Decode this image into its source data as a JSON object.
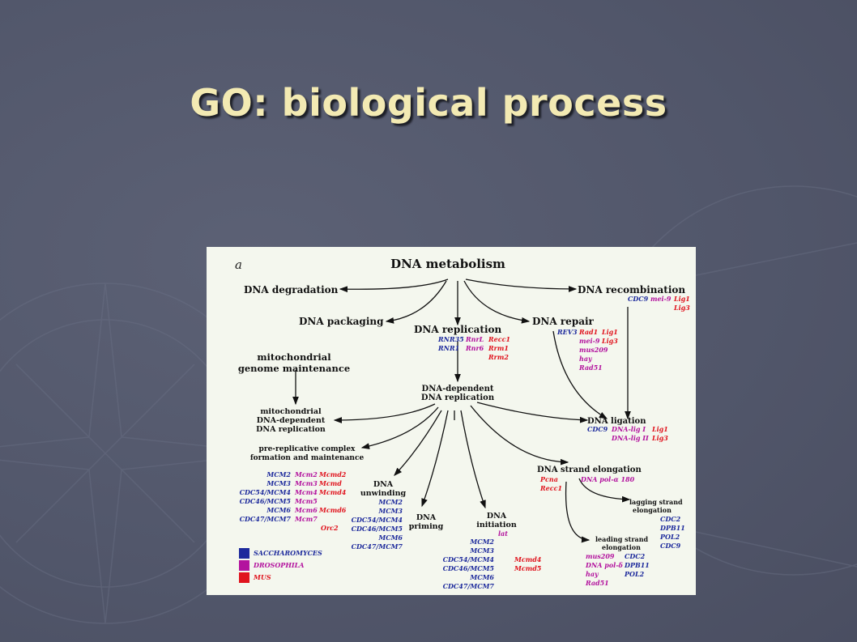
{
  "slide": {
    "title": "GO: biological process"
  },
  "figure": {
    "panel_label": "a",
    "nodes": {
      "root": "DNA metabolism",
      "degradation": "DNA degradation",
      "recombination": "DNA recombination",
      "packaging": "DNA packaging",
      "replication": "DNA replication",
      "repair": "DNA repair",
      "mito_l1": "mitochondrial",
      "mito_l2": "genome maintenance",
      "dep_l1": "DNA-dependent",
      "dep_l2": "DNA replication",
      "mito_rep_l1": "mitochondrial",
      "mito_rep_l2": "DNA-dependent",
      "mito_rep_l3": "DNA replication",
      "ligation": "DNA ligation",
      "prerep_l1": "pre-replicative complex",
      "prerep_l2": "formation and maintenance",
      "elongation": "DNA strand elongation",
      "unwind_l1": "DNA",
      "unwind_l2": "unwinding",
      "priming_l1": "DNA",
      "priming_l2": "priming",
      "init_l1": "DNA",
      "init_l2": "initiation",
      "lagging_l1": "lagging strand",
      "lagging_l2": "elongation",
      "leading_l1": "leading strand",
      "leading_l2": "elongation"
    },
    "genes": {
      "recomb_yeast": "CDC9",
      "recomb_fly": "mei-9",
      "recomb_human": [
        "Lig1",
        "Lig3"
      ],
      "replication_yeast": [
        "RNR35",
        "RNR1"
      ],
      "replication_fly": [
        "RnrL",
        "Rnr6"
      ],
      "replication_human": [
        "Recc1",
        "Rrm1",
        "Rrm2"
      ],
      "repair_yeast": "REV3",
      "repair_fly": [
        "mei-9",
        "mus209",
        "hay",
        "Rad51"
      ],
      "repair_human": [
        "Rad1",
        "Lig1",
        "Lig3"
      ],
      "ligation_yeast": "CDC9",
      "ligation_fly": [
        "DNA-lig I",
        "DNA-lig II"
      ],
      "ligation_human": [
        "Lig1",
        "Lig3"
      ],
      "prerep_yeast": [
        "MCM2",
        "MCM3",
        "CDC54/MCM4",
        "CDC46/MCM5",
        "MCM6",
        "CDC47/MCM7"
      ],
      "prerep_fly": [
        "Mcm2",
        "Mcm3",
        "Mcm4",
        "Mcm5",
        "Mcm6",
        "Mcm7"
      ],
      "prerep_human": [
        "Mcmd2",
        "Mcmd",
        "Mcmd4",
        "Mcmd6",
        "Orc2"
      ],
      "unwind_yeast": [
        "MCM2",
        "MCM3",
        "CDC54/MCM4",
        "CDC46/MCM5",
        "MCM6",
        "CDC47/MCM7"
      ],
      "init_fly": "lat",
      "init_yeast": [
        "MCM2",
        "MCM3",
        "CDC54/MCM4",
        "CDC46/MCM5",
        "MCM6",
        "CDC47/MCM7"
      ],
      "init_human": [
        "Mcmd4",
        "Mcmd5"
      ],
      "elong_human": [
        "Pcna",
        "Recc1"
      ],
      "elong_fly": "DNA pol-α 180",
      "lagging_yeast": [
        "CDC2",
        "DPB11",
        "POL2",
        "CDC9"
      ],
      "leading_fly": [
        "mus209",
        "DNA pol-δ",
        "hay",
        "Rad51"
      ],
      "leading_yeast": [
        "CDC2",
        "DPB11",
        "POL2"
      ]
    },
    "legend": [
      {
        "label": "SACCHAROMYCES",
        "color": "#1d2a9c"
      },
      {
        "label": "DROSOPHILA",
        "color": "#b3139e"
      },
      {
        "label": "MUS",
        "color": "#e0141e"
      }
    ]
  },
  "colors": {
    "background": "#51566a",
    "title": "#f3eab3",
    "figure_bg": "#f4f7ee",
    "yeast": "#1d2a9c",
    "fly": "#b3139e",
    "human": "#e0141e"
  }
}
